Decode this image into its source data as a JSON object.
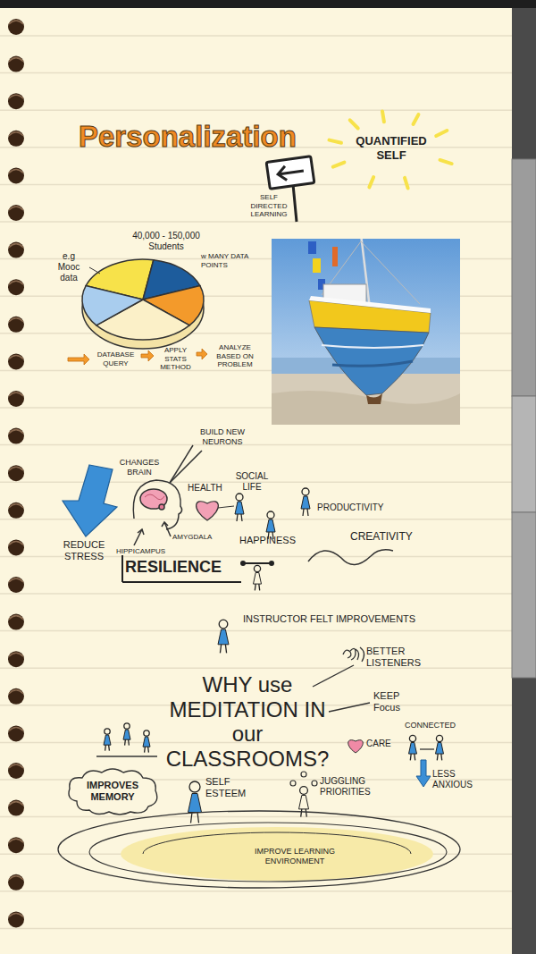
{
  "diagram": {
    "title": "Personalization",
    "nodes": [
      {
        "text": [
          "IMPROVES MEMORY"
        ]
      },
      {
        "text": [
          "IMPROVE LEARNING ENVIRONMENT"
        ]
      }
    ],
    "labels": [
      "QUANTIFIED SELF",
      "SELF DIRECTED LEARNING",
      "e.g Mooc data",
      "40,000 - 150,000 Students",
      "w MANY DATA POINTS",
      "DATABASE QUERY",
      "APPLY STATS METHOD",
      "ANALYZE BASED ON PROBLEM",
      "BUILD NEW NEURONS",
      "CHANGES BRAIN",
      "HEALTH",
      "SOCIAL LIFE",
      "PRODUCTIVITY",
      "REDUCE STRESS",
      "AMYGDALA",
      "HIPPICAMPUS",
      "HAPPINESS",
      "CREATIVITY",
      "RESILIENCE",
      "INSTRUCTOR FELT IMPROVEMENTS",
      "BETTER LISTENERS",
      "WHY use MEDITATION IN our CLASSROOMS?",
      "KEEP Focus",
      "CARE",
      "CONNECTED",
      "LESS ANXIOUS",
      "SELF ESTEEM",
      "JUGGLING PRIORITIES"
    ]
  }
}
